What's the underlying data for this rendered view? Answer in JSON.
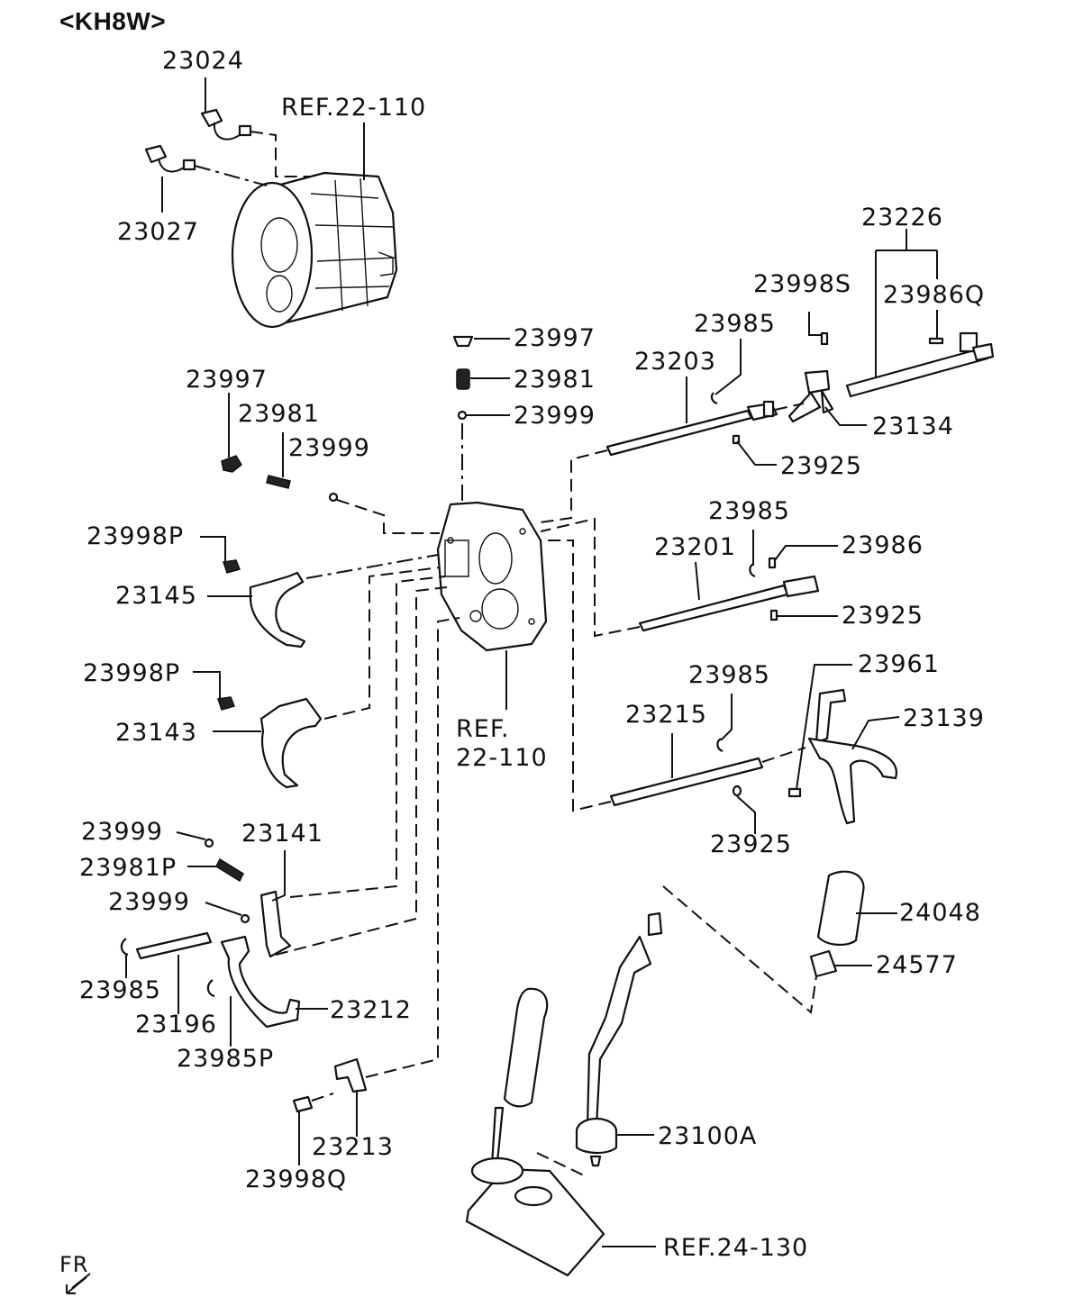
{
  "header": {
    "model_code": "<KH8W>"
  },
  "labels": {
    "p23024": "23024",
    "ref_top": "REF.22-110",
    "p23027": "23027",
    "p23226": "23226",
    "p23998S": "23998S",
    "p23986Q": "23986Q",
    "p23985_a": "23985",
    "p23997_a": "23997",
    "p23981_a": "23981",
    "p23999_a": "23999",
    "p23203": "23203",
    "p23134": "23134",
    "p23925_a": "23925",
    "p23997_b": "23997",
    "p23981_b": "23981",
    "p23999_b": "23999",
    "p23998P_a": "23998P",
    "p23145": "23145",
    "p23985_b": "23985",
    "p23986": "23986",
    "p23201": "23201",
    "p23925_b": "23925",
    "p23998P_b": "23998P",
    "p23143": "23143",
    "ref_mid_1": "REF.",
    "ref_mid_2": "22-110",
    "p23961": "23961",
    "p23985_c": "23985",
    "p23215": "23215",
    "p23139": "23139",
    "p23925_c": "23925",
    "p23999_c": "23999",
    "p23141": "23141",
    "p23981P": "23981P",
    "p23999_d": "23999",
    "p24048": "24048",
    "p24577": "24577",
    "p23985_d": "23985",
    "p23196": "23196",
    "p23212": "23212",
    "p23985P": "23985P",
    "p23213": "23213",
    "p23100A": "23100A",
    "p23998Q": "23998Q",
    "ref_bottom": "REF.24-130",
    "fr": "FR"
  },
  "icons": {
    "front_arrow": "front-direction-arrow-icon"
  }
}
